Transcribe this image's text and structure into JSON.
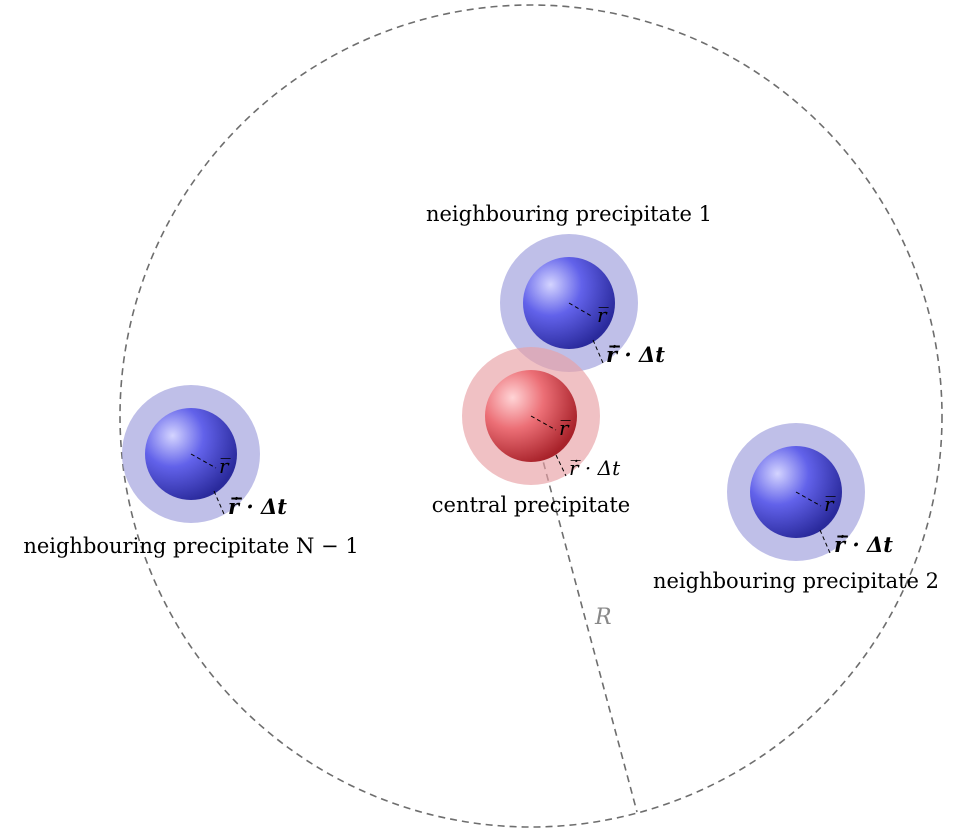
{
  "colors": {
    "central_core": "#d9414a",
    "central_halo": "#e8a0a4",
    "neighbour_core": "#4646d8",
    "neighbour_halo": "#a9a9e0",
    "boundary": "#6e6e6e",
    "radius_label": "#888888"
  },
  "radius_label": "R",
  "central": {
    "label": "central precipitate",
    "radius_symbol": "r̅",
    "growth_symbol": "r̅̇ · Δt"
  },
  "neighbours": [
    {
      "id": "1",
      "label": "neighbouring precipitate 1",
      "radius_symbol": "r̅",
      "growth_symbol": "r̅̇ · Δt"
    },
    {
      "id": "2",
      "label": "neighbouring precipitate 2",
      "radius_symbol": "r̅",
      "growth_symbol": "r̅̇ · Δt"
    },
    {
      "id": "N-1",
      "label": "neighbouring precipitate N − 1",
      "radius_symbol": "r̅",
      "growth_symbol": "r̅̇ · Δt"
    }
  ]
}
